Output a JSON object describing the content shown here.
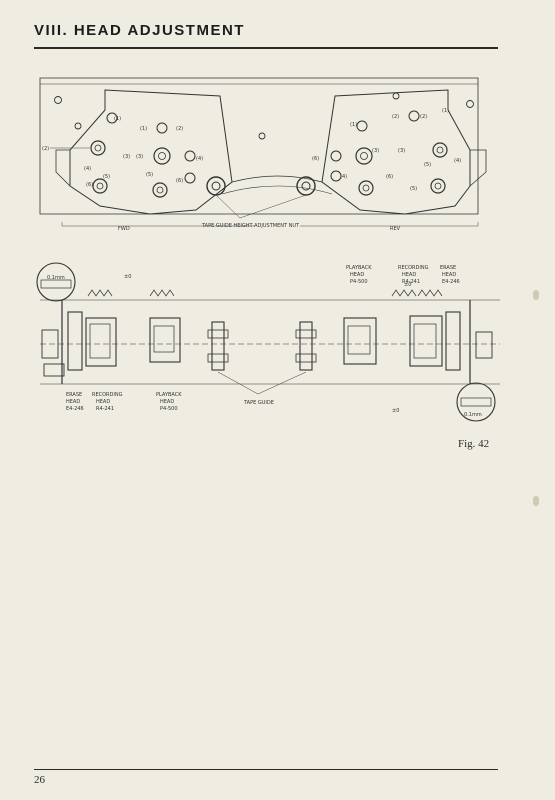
{
  "header": {
    "title": "VIII. HEAD ADJUSTMENT"
  },
  "figure": {
    "caption": "Fig. 42",
    "top_view": {
      "left_label": "FWD",
      "right_label": "REV",
      "tape_guide_note": "TAPE GUIDE HEIGHT ADJUSTMENT NUT",
      "screw_labels_left": [
        "(2)",
        "(1)",
        "(3)",
        "(4)",
        "(5)",
        "(6)",
        "(2)",
        "(1)",
        "(3)",
        "(4)",
        "(5)",
        "(6)"
      ],
      "screw_labels_right": [
        "(1)",
        "(2)",
        "(3)",
        "(6)",
        "(4)",
        "(2)",
        "(1)",
        "(3)",
        "(5)",
        "(6)",
        "(5)",
        "(4)"
      ]
    },
    "side_view": {
      "gap_left": "0.1mm",
      "gap_right": "0.1mm",
      "pm_left": "±0",
      "pm_right": "±0",
      "pm_bottom": "±0",
      "tape_guide": "TAPE GUIDE",
      "erase_head_left": [
        "ERASE",
        "HEAD",
        "E4-246"
      ],
      "recording_head_left": [
        "RECORDING",
        "HEAD",
        "R4-241"
      ],
      "playback_head_left": [
        "PLAYBACK",
        "HEAD",
        "P4-500"
      ],
      "playback_head_right": [
        "PLAYBACK",
        "HEAD",
        "P4-500"
      ],
      "recording_head_right": [
        "RECORDING",
        "HEAD",
        "R4-241"
      ],
      "erase_head_right": [
        "ERASE",
        "HEAD",
        "E4-246"
      ]
    }
  },
  "footer": {
    "page_number": "26"
  }
}
